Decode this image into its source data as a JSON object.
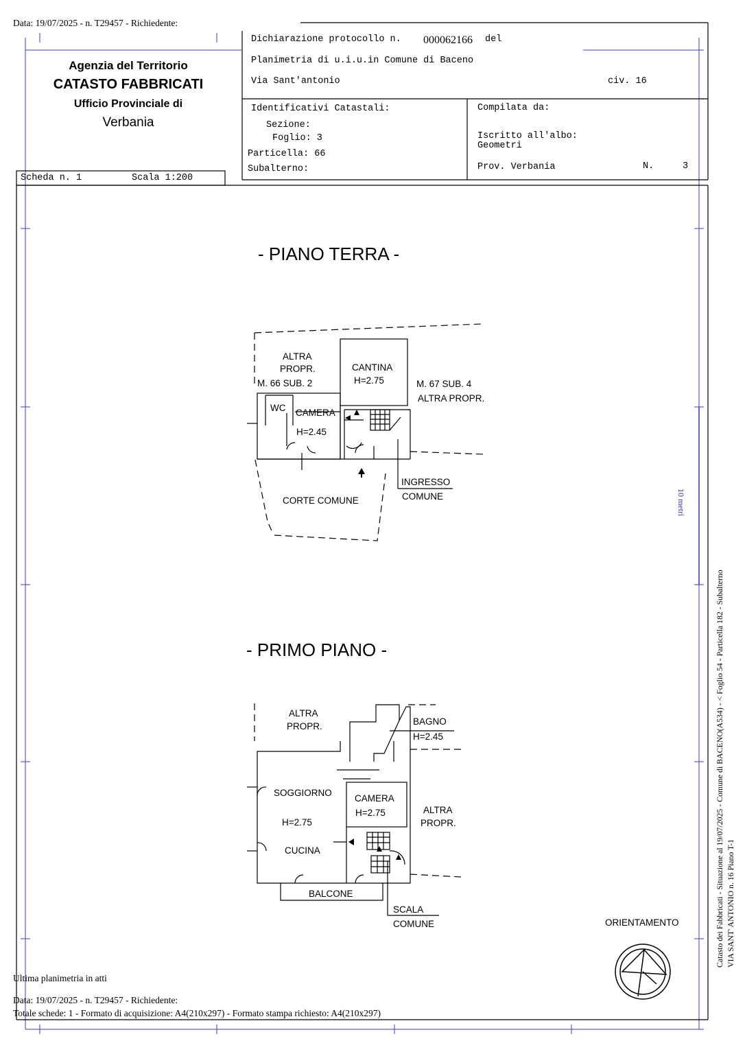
{
  "top_meta": "Data: 19/07/2025 - n. T29457 - Richiedente:",
  "agency": {
    "line1": "Agenzia del Territorio",
    "line2": "CATASTO FABBRICATI",
    "line3": "Ufficio Provinciale di",
    "line4": "Verbania"
  },
  "declaration": {
    "label": "Dichiarazione protocollo n.",
    "number": "000062166",
    "del_label": "del"
  },
  "planimetria": "Planimetria di u.i.u.in Comune di Baceno",
  "address": {
    "street": "Via Sant'antonio",
    "civ": "civ. 16"
  },
  "identificativi": {
    "title": "Identificativi Catastali:",
    "sezione": "Sezione:",
    "foglio": "Foglio: 3",
    "particella": "Particella: 66",
    "subalterno": "Subalterno:"
  },
  "compilata": {
    "title": "Compilata da:",
    "iscritto": "Iscritto all'albo:",
    "albo": "Geometri",
    "prov": "Prov. Verbania",
    "n_label": "N.",
    "n_value": "3"
  },
  "scheda": {
    "label": "Scheda n. 1",
    "scala": "Scala 1:200"
  },
  "ground_floor": {
    "title": "- PIANO TERRA -",
    "labels": {
      "altra1": "ALTRA",
      "propr1": "PROPR.",
      "m66": "M. 66 SUB. 2",
      "cantina": "CANTINA",
      "cantina_h": "H=2.75",
      "m67": "M. 67 SUB. 4",
      "altra_propr": "ALTRA PROPR.",
      "wc": "WC",
      "camera": "CAMERA",
      "camera_h": "H=2.45",
      "ingresso": "INGRESSO",
      "comune": "COMUNE",
      "corte": "CORTE COMUNE"
    }
  },
  "first_floor": {
    "title": "- PRIMO PIANO -",
    "labels": {
      "altra": "ALTRA",
      "propr": "PROPR.",
      "bagno": "BAGNO",
      "bagno_h": "H=2.45",
      "soggiorno": "SOGGIORNO",
      "soggiorno_h": "H=2.75",
      "cucina": "CUCINA",
      "camera": "CAMERA",
      "camera_h": "H=2.75",
      "altra2": "ALTRA",
      "propr2": "PROPR.",
      "balcone": "BALCONE",
      "scala": "SCALA",
      "comune": "COMUNE"
    }
  },
  "orientamento": "ORIENTAMENTO",
  "scale_bar": "10 metri",
  "side_text": {
    "line1": "Catasto dei Fabbricati - Situazione al 19/07/2025 - Comune di BACENO(A534) - < Foglio 54 - Particella 182 - Subalterno",
    "line2": "VIA SANT' ANTONIO n. 16 Piano T-1"
  },
  "footer": {
    "ultima": "Ultima planimetria in atti",
    "data": "Data: 19/07/2025 - n. T29457 - Richiedente:",
    "totale": "Totale schede: 1 - Formato di acquisizione: A4(210x297)  - Formato stampa richiesto: A4(210x297)"
  }
}
